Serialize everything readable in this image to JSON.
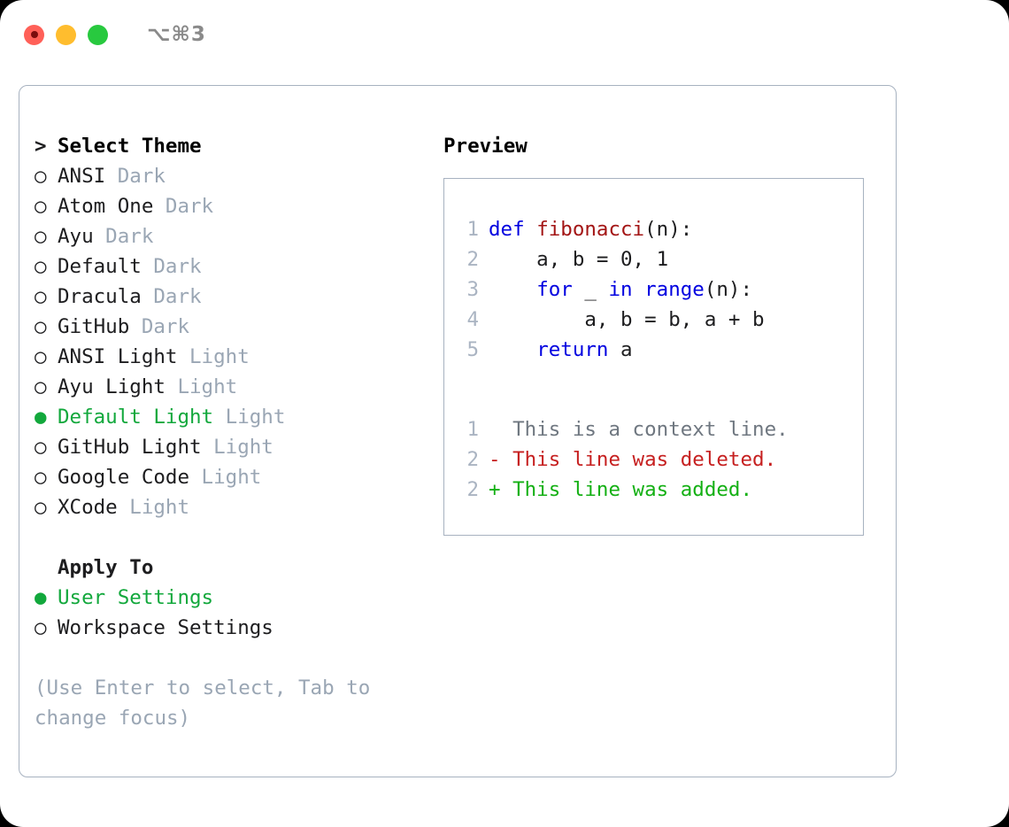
{
  "titlebar": {
    "shortcut": "⌥⌘3",
    "buttons": [
      {
        "name": "close",
        "color": "#ff6058"
      },
      {
        "name": "minimize",
        "color": "#ffbd2e"
      },
      {
        "name": "zoom",
        "color": "#28c93f"
      }
    ]
  },
  "theme_picker": {
    "header_prefix": ">",
    "header": "Select Theme",
    "bullet_selected": "●",
    "bullet_unselected": "○",
    "items": [
      {
        "label": "ANSI",
        "variant": "Dark",
        "selected": false
      },
      {
        "label": "Atom One",
        "variant": "Dark",
        "selected": false
      },
      {
        "label": "Ayu",
        "variant": "Dark",
        "selected": false
      },
      {
        "label": "Default",
        "variant": "Dark",
        "selected": false
      },
      {
        "label": "Dracula",
        "variant": "Dark",
        "selected": false
      },
      {
        "label": "GitHub",
        "variant": "Dark",
        "selected": false
      },
      {
        "label": "ANSI Light",
        "variant": "Light",
        "selected": false
      },
      {
        "label": "Ayu Light",
        "variant": "Light",
        "selected": false
      },
      {
        "label": "Default Light",
        "variant": "Light",
        "selected": true
      },
      {
        "label": "GitHub Light",
        "variant": "Light",
        "selected": false
      },
      {
        "label": "Google Code",
        "variant": "Light",
        "selected": false
      },
      {
        "label": "XCode",
        "variant": "Light",
        "selected": false
      }
    ]
  },
  "apply_to": {
    "header": "Apply To",
    "options": [
      {
        "label": "User Settings",
        "selected": true
      },
      {
        "label": "Workspace Settings",
        "selected": false
      }
    ]
  },
  "hint": "(Use Enter to select, Tab to change focus)",
  "preview": {
    "title": "Preview",
    "code_lines": [
      {
        "number": "1",
        "tokens": [
          {
            "text": "def ",
            "type": "kw"
          },
          {
            "text": "fibonacci",
            "type": "fn"
          },
          {
            "text": "(n):",
            "type": "pl"
          }
        ]
      },
      {
        "number": "2",
        "tokens": [
          {
            "text": "    a, b = 0, 1",
            "type": "pl"
          }
        ]
      },
      {
        "number": "3",
        "tokens": [
          {
            "text": "    ",
            "type": "pl"
          },
          {
            "text": "for",
            "type": "kw"
          },
          {
            "text": " _ ",
            "type": "pl"
          },
          {
            "text": "in",
            "type": "kw"
          },
          {
            "text": " ",
            "type": "pl"
          },
          {
            "text": "range",
            "type": "kw"
          },
          {
            "text": "(n):",
            "type": "pl"
          }
        ]
      },
      {
        "number": "4",
        "tokens": [
          {
            "text": "        a, b = b, a + b",
            "type": "pl"
          }
        ]
      },
      {
        "number": "5",
        "tokens": [
          {
            "text": "    ",
            "type": "pl"
          },
          {
            "text": "return",
            "type": "kw"
          },
          {
            "text": " a",
            "type": "pl"
          }
        ]
      }
    ],
    "diff_lines": [
      {
        "number": "1",
        "marker": "  ",
        "text": "This is a context line.",
        "type": "ctx"
      },
      {
        "number": "2",
        "marker": "- ",
        "text": "This line was deleted.",
        "type": "del"
      },
      {
        "number": "2",
        "marker": "+ ",
        "text": "This line was added.",
        "type": "add"
      }
    ]
  },
  "colors": {
    "accent_green": "#12a83c",
    "muted": "#9aa6b4",
    "border": "#a7b2c0",
    "keyword": "#0000e0",
    "function": "#a31515",
    "diff_add": "#14b014",
    "diff_del": "#c62020"
  }
}
